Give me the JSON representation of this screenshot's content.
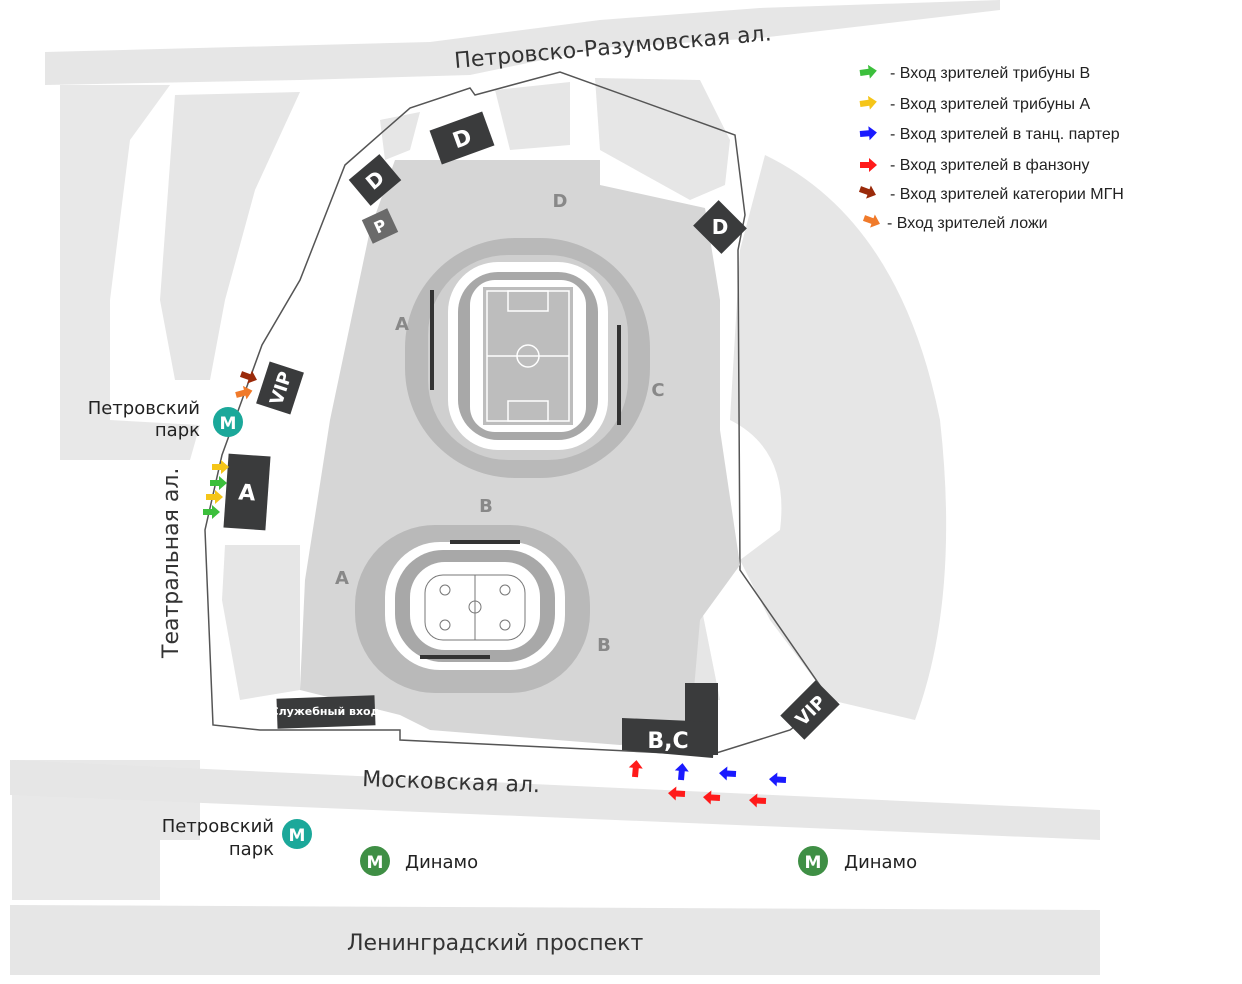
{
  "streets": {
    "top": "Петровско-Разумовская ал.",
    "left": "Театральная ал.",
    "middle": "Московская ал.",
    "bottom": "Ленинградский проспект"
  },
  "legend": [
    {
      "label": "- Вход зрителей трибуны B",
      "color": "#3cbf3c"
    },
    {
      "label": "- Вход зрителей трибуны A",
      "color": "#f5c518"
    },
    {
      "label": "- Вход зрителей в танц. партер",
      "color": "#1a1aff"
    },
    {
      "label": "- Вход зрителей в фанзону",
      "color": "#ff1a1a"
    },
    {
      "label": "- Вход зрителей категории МГН",
      "color": "#9a2a0a"
    },
    {
      "label": "- Вход зрителей ложи",
      "color": "#f07a2a"
    }
  ],
  "gates": {
    "d_top": "D",
    "d_left": "D",
    "p": "P",
    "d_right": "D",
    "vip_left": "VIP",
    "a": "A",
    "bc": "B,C",
    "vip_right": "VIP",
    "service": "Служебный вход"
  },
  "stands": {
    "big_d": "D",
    "big_a": "A",
    "big_c": "C",
    "big_b": "B",
    "small_a": "A",
    "small_b": "B"
  },
  "metro": [
    {
      "name": "Петровский",
      "name2": "парк",
      "color": "#1ba89a"
    },
    {
      "name": "Петровский",
      "name2": "парк",
      "color": "#1ba89a"
    },
    {
      "name": "Динамо",
      "color": "#3f8f45"
    },
    {
      "name": "Динамо",
      "color": "#3f8f45"
    }
  ],
  "metro_symbol": "М"
}
